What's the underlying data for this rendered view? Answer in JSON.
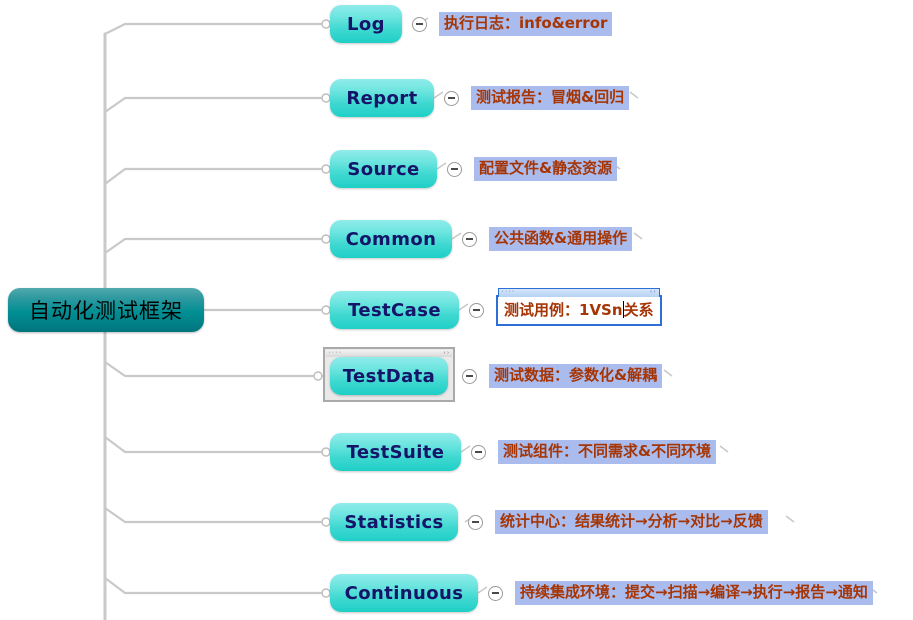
{
  "diagram": {
    "type": "mindmap",
    "title": "自动化测试框架",
    "root": {
      "label": "自动化测试框架"
    },
    "branches": [
      {
        "name": "Log",
        "note": "执行日志：info&error",
        "collapse_icon": "minus-icon",
        "state": "normal"
      },
      {
        "name": "Report",
        "note": "测试报告：冒烟&回归",
        "collapse_icon": "minus-icon",
        "state": "normal"
      },
      {
        "name": "Source",
        "note": "配置文件&静态资源",
        "collapse_icon": "minus-icon",
        "state": "normal"
      },
      {
        "name": "Common",
        "note": "公共函数&通用操作",
        "collapse_icon": "minus-icon",
        "state": "normal"
      },
      {
        "name": "TestCase",
        "note": "测试用例：1VSn关系",
        "note_before_caret": "测试用例：1VSn",
        "note_after_caret": "关系",
        "collapse_icon": "minus-icon",
        "state": "editing-note"
      },
      {
        "name": "TestData",
        "note": "测试数据：参数化&解耦",
        "collapse_icon": "minus-icon",
        "state": "selected-node"
      },
      {
        "name": "TestSuite",
        "note": "测试组件：不同需求&不同环境",
        "collapse_icon": "minus-icon",
        "state": "normal"
      },
      {
        "name": "Statistics",
        "note": "统计中心：结果统计→分析→对比→反馈",
        "collapse_icon": "minus-icon",
        "state": "normal"
      },
      {
        "name": "Continuous",
        "note": "持续集成环境：提交→扫描→编译→执行→报告→通知",
        "collapse_icon": "minus-icon",
        "state": "normal"
      }
    ],
    "colors": {
      "canvas_background": "#ffffff",
      "root_fill_top": "#51a9ad",
      "root_fill_bottom": "#00757c",
      "root_text": "#000000",
      "node_fill_top": "#8fecea",
      "node_fill_bottom": "#1ecfc6",
      "node_text": "#141468",
      "note_background": "#aabcee",
      "note_text": "#a63505",
      "connector_line": "#c9c9c9",
      "selection_border": "#a9a9a9",
      "edit_border": "#2d6fd6"
    }
  }
}
